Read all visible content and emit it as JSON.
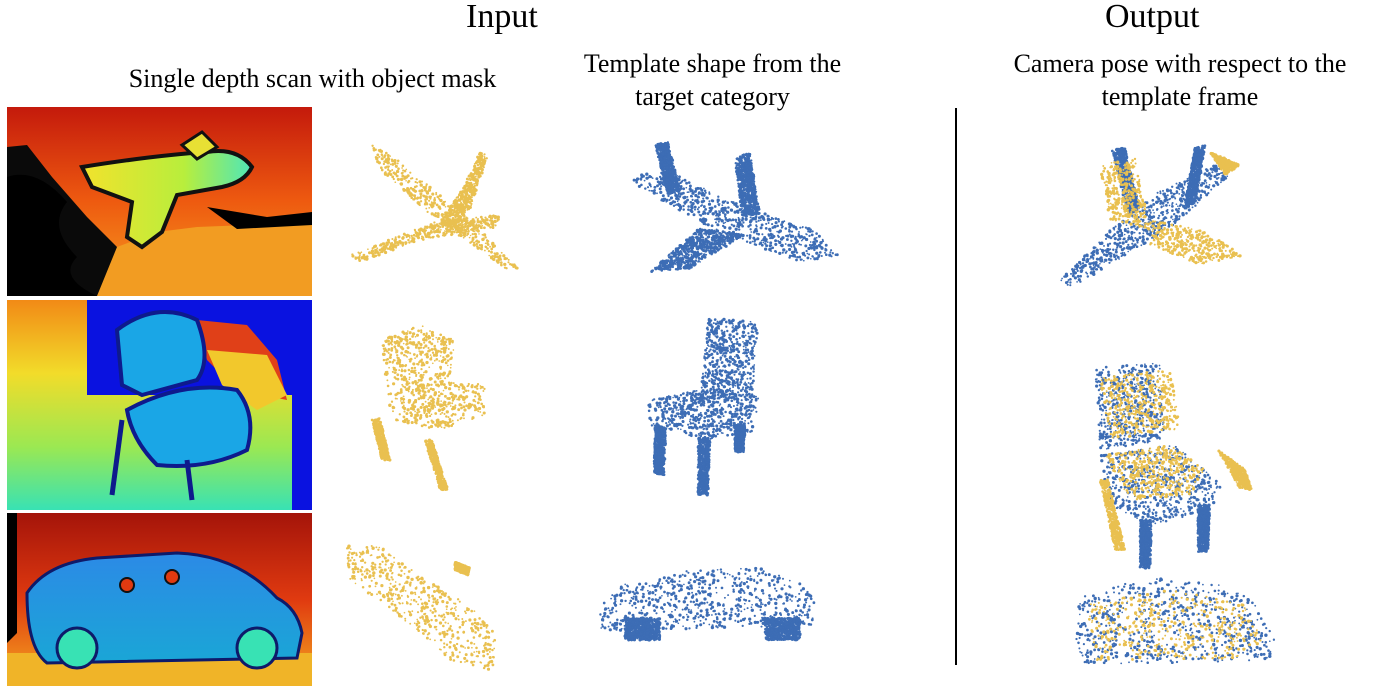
{
  "headings": {
    "input": "Input",
    "output": "Output"
  },
  "captions": {
    "depth_scan": "Single depth scan with object mask",
    "template_line1": "Template shape from the",
    "template_line2": "target category",
    "pose_line1": "Camera pose with respect to the",
    "pose_line2": "template frame"
  },
  "rows": [
    {
      "category": "airplane"
    },
    {
      "category": "chair"
    },
    {
      "category": "car"
    }
  ],
  "colors": {
    "observed_points": "#E9C050",
    "template_points": "#3D6DB5",
    "divider": "#000000"
  }
}
